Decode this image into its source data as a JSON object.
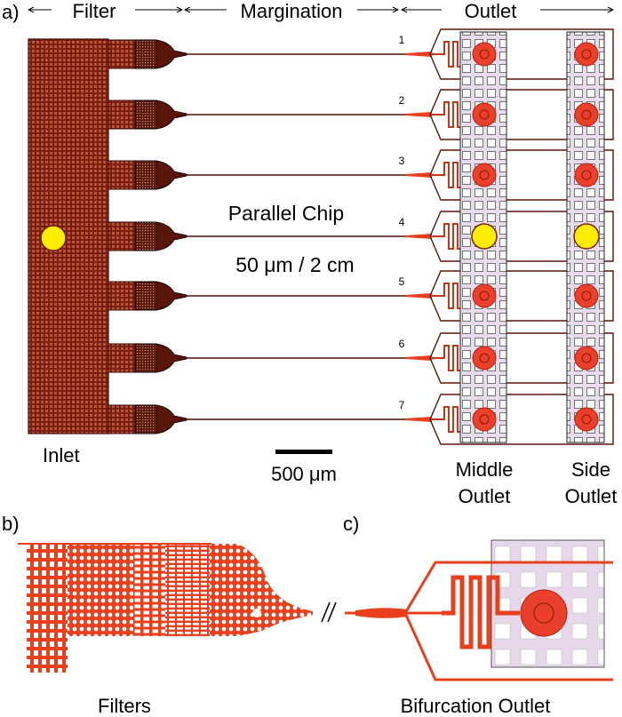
{
  "panel_a": {
    "label": "a)",
    "sections": {
      "filter": "Filter",
      "margination": "Margination",
      "outlet": "Outlet"
    },
    "chip_title": "Parallel Chip",
    "chip_spec": "50 μm / 2 cm",
    "inlet_label": "Inlet",
    "scale_label": "500 μm",
    "middle_outlet": [
      "Middle",
      "Outlet"
    ],
    "side_outlet": [
      "Side",
      "Outlet"
    ],
    "channel_numbers": [
      "1",
      "2",
      "3",
      "4",
      "5",
      "6",
      "7"
    ]
  },
  "panel_b": {
    "label": "b)",
    "caption": "Filters"
  },
  "panel_c": {
    "label": "c)",
    "caption": "Bifurcation Outlet"
  },
  "colors": {
    "chip_dark": "#7a1f10",
    "chip_outline": "#3a0a05",
    "channel_red": "#e8401c",
    "outlet_disc": "#e8402a",
    "highlight_yellow": "#ffee00",
    "grid_fill": "#e8dcec",
    "dense_black": "#000000"
  }
}
